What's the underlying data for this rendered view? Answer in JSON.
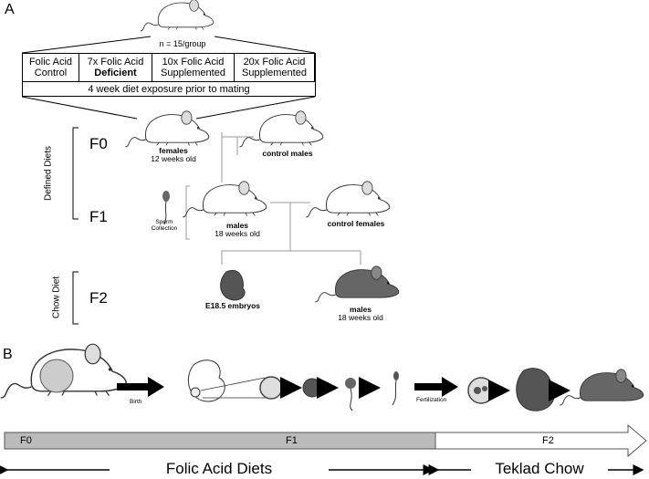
{
  "panel_a": {
    "label": "A",
    "n_text": "n = 15/group",
    "diets": [
      {
        "line1": "Folic Acid",
        "line2": "Control",
        "bold": false
      },
      {
        "line1": "7x Folic Acid",
        "line2": "Deficient",
        "bold": true
      },
      {
        "line1": "10x Folic Acid",
        "line2": "Supplemented",
        "bold": false
      },
      {
        "line1": "20x Folic Acid",
        "line2": "Supplemented",
        "bold": false
      }
    ],
    "exposure": "4 week diet exposure prior to mating",
    "generations": {
      "f0": "F0",
      "f1": "F1",
      "f2": "F2"
    },
    "bracket_defined": "Defined Diets",
    "bracket_chow": "Chow Diet",
    "females": {
      "line1": "females",
      "line2": "12 weeks old"
    },
    "control_males": "control males",
    "sperm": {
      "line1": "Sperm",
      "line2": "Collection"
    },
    "males_f1": {
      "line1": "males",
      "line2": "18 weeks old"
    },
    "control_females": "control females",
    "embryos": "E18.5 embryos",
    "males_f2": {
      "line1": "males",
      "line2": "18 weeks old"
    }
  },
  "panel_b": {
    "label": "B",
    "birth": "Birth",
    "fertilization": "Fertilization",
    "bar": {
      "f0": "F0",
      "f1": "F1",
      "f2": "F2"
    },
    "folic": "Folic Acid Diets",
    "teklad": "Teklad Chow"
  }
}
